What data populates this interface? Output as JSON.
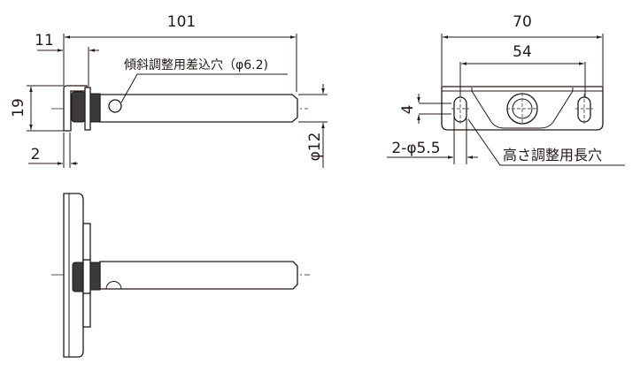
{
  "side_view": {
    "overall_length": "101",
    "bracket_depth": "11",
    "height": "19",
    "thickness": "2",
    "shaft_diameter": "φ12",
    "tilt_hole_note": "傾斜調整用差込穴（φ6.2)"
  },
  "front_view": {
    "overall_width": "70",
    "hole_pitch": "54",
    "slot_travel": "4",
    "slot_spec": "2-φ5.5",
    "slot_note": "高さ調整用長穴"
  }
}
